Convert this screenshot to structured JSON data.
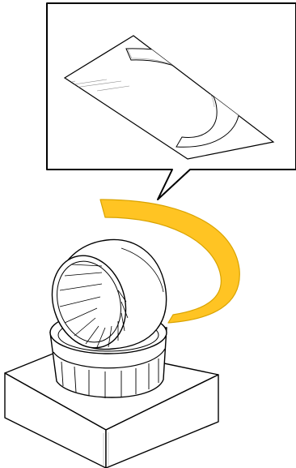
{
  "illustration": {
    "colors": {
      "line": "#000000",
      "paper_fill": "#ffffff",
      "strip_fill": "#ffc423",
      "strip_stroke": "#d9a300",
      "accent_gray": "#888888"
    },
    "callout": {
      "template_sheet": {
        "print_lines": [
          "",
          ""
        ]
      }
    },
    "parts": {
      "template_strip_icon": "curved-template-strip",
      "callout_icon": "speech-callout",
      "lens_icon": "dome-lens",
      "base_icon": "square-pedestal"
    }
  }
}
